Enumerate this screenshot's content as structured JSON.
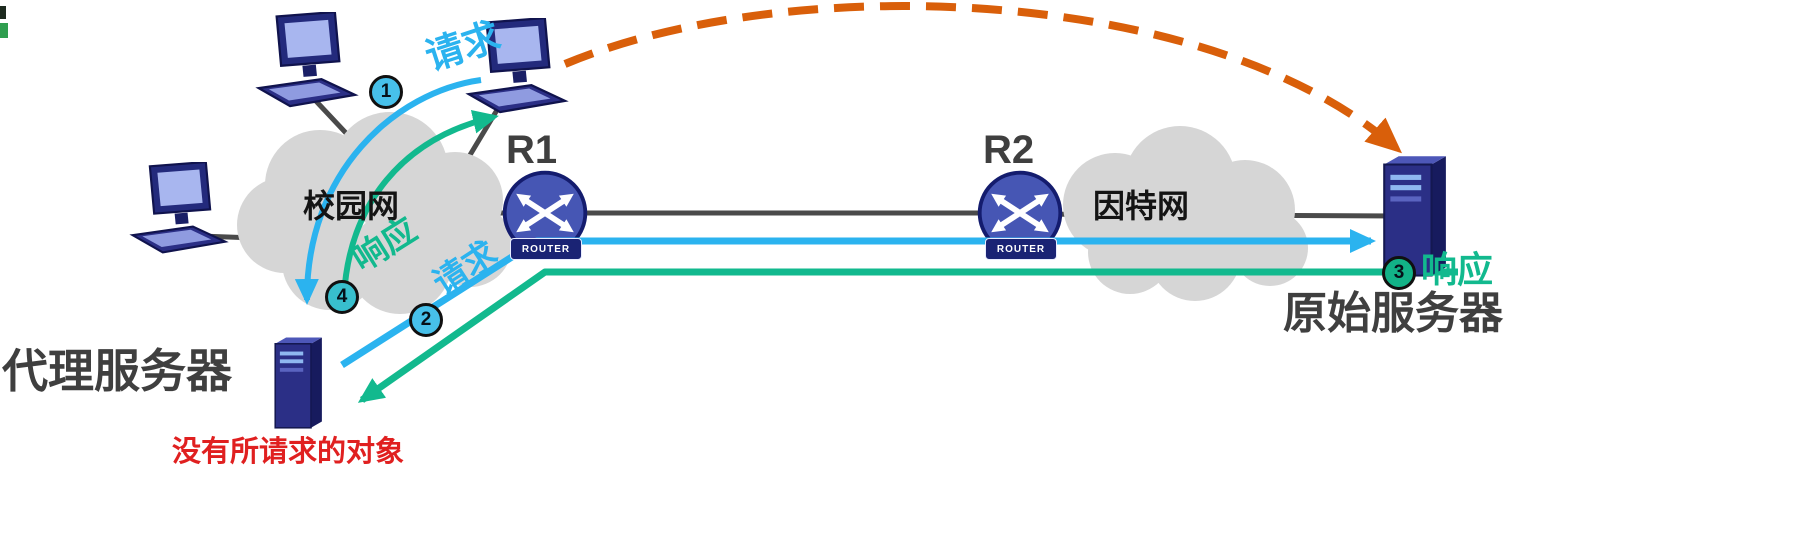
{
  "diagram": {
    "labels": {
      "campus_network": "校园网",
      "internet": "因特网",
      "router1": "R1",
      "router2": "R2",
      "router_caption": "ROUTER",
      "proxy_server": "代理服务器",
      "origin_server": "原始服务器",
      "no_requested_object": "没有所请求的对象"
    },
    "steps": [
      {
        "num": "1",
        "label": "请求",
        "color": "#47c0ea"
      },
      {
        "num": "2",
        "label": "请求",
        "color": "#47c0ea"
      },
      {
        "num": "3",
        "label": "响应",
        "color": "#12b287"
      },
      {
        "num": "4",
        "label": "响应",
        "color": "#38bfcd"
      }
    ],
    "colors": {
      "request_arrow": "#2bb3ef",
      "response_arrow": "#12b98e",
      "bypass_dashed_arrow": "#d95f0a",
      "cloud": "#d6d6d6",
      "network_line": "#4a4a4a",
      "device": "#2b2f86",
      "caption_dark": "#3f3f3f",
      "warning_red": "#e02020"
    }
  }
}
